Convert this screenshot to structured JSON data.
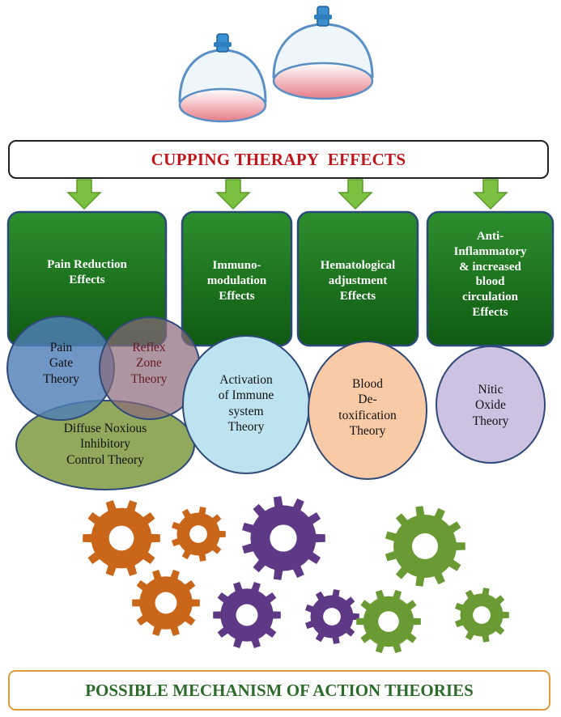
{
  "header": {
    "title": "CUPPING THERAPY  EFFECTS"
  },
  "effects": [
    {
      "label": "Pain Reduction\nEffects"
    },
    {
      "label": "Immuno-\nmodulation\nEffects"
    },
    {
      "label": "Hematological\nadjustment\nEffects"
    },
    {
      "label": "Anti-\nInflammatory\n& increased\nblood\ncirculation\nEffects"
    }
  ],
  "theories": [
    {
      "label": "Pain\nGate\nTheory"
    },
    {
      "label": "Reflex\nZone\nTheory"
    },
    {
      "label": "Diffuse Noxious\nInhibitory\nControl Theory"
    },
    {
      "label": "Activation\nof Immune\nsystem\nTheory"
    },
    {
      "label": "Blood\nDe-\ntoxification\nTheory"
    },
    {
      "label": "Nitic\nOxide\nTheory"
    }
  ],
  "footer": {
    "title": "POSSIBLE MECHANISM OF ACTION THEORIES"
  },
  "colors": {
    "title_red": "#c0161c",
    "effect_green": "#1f7a1f",
    "footer_green": "#2c6b2a",
    "gear_orange": "#c9661a",
    "gear_purple": "#5e3a86",
    "gear_green": "#6a9a34"
  }
}
